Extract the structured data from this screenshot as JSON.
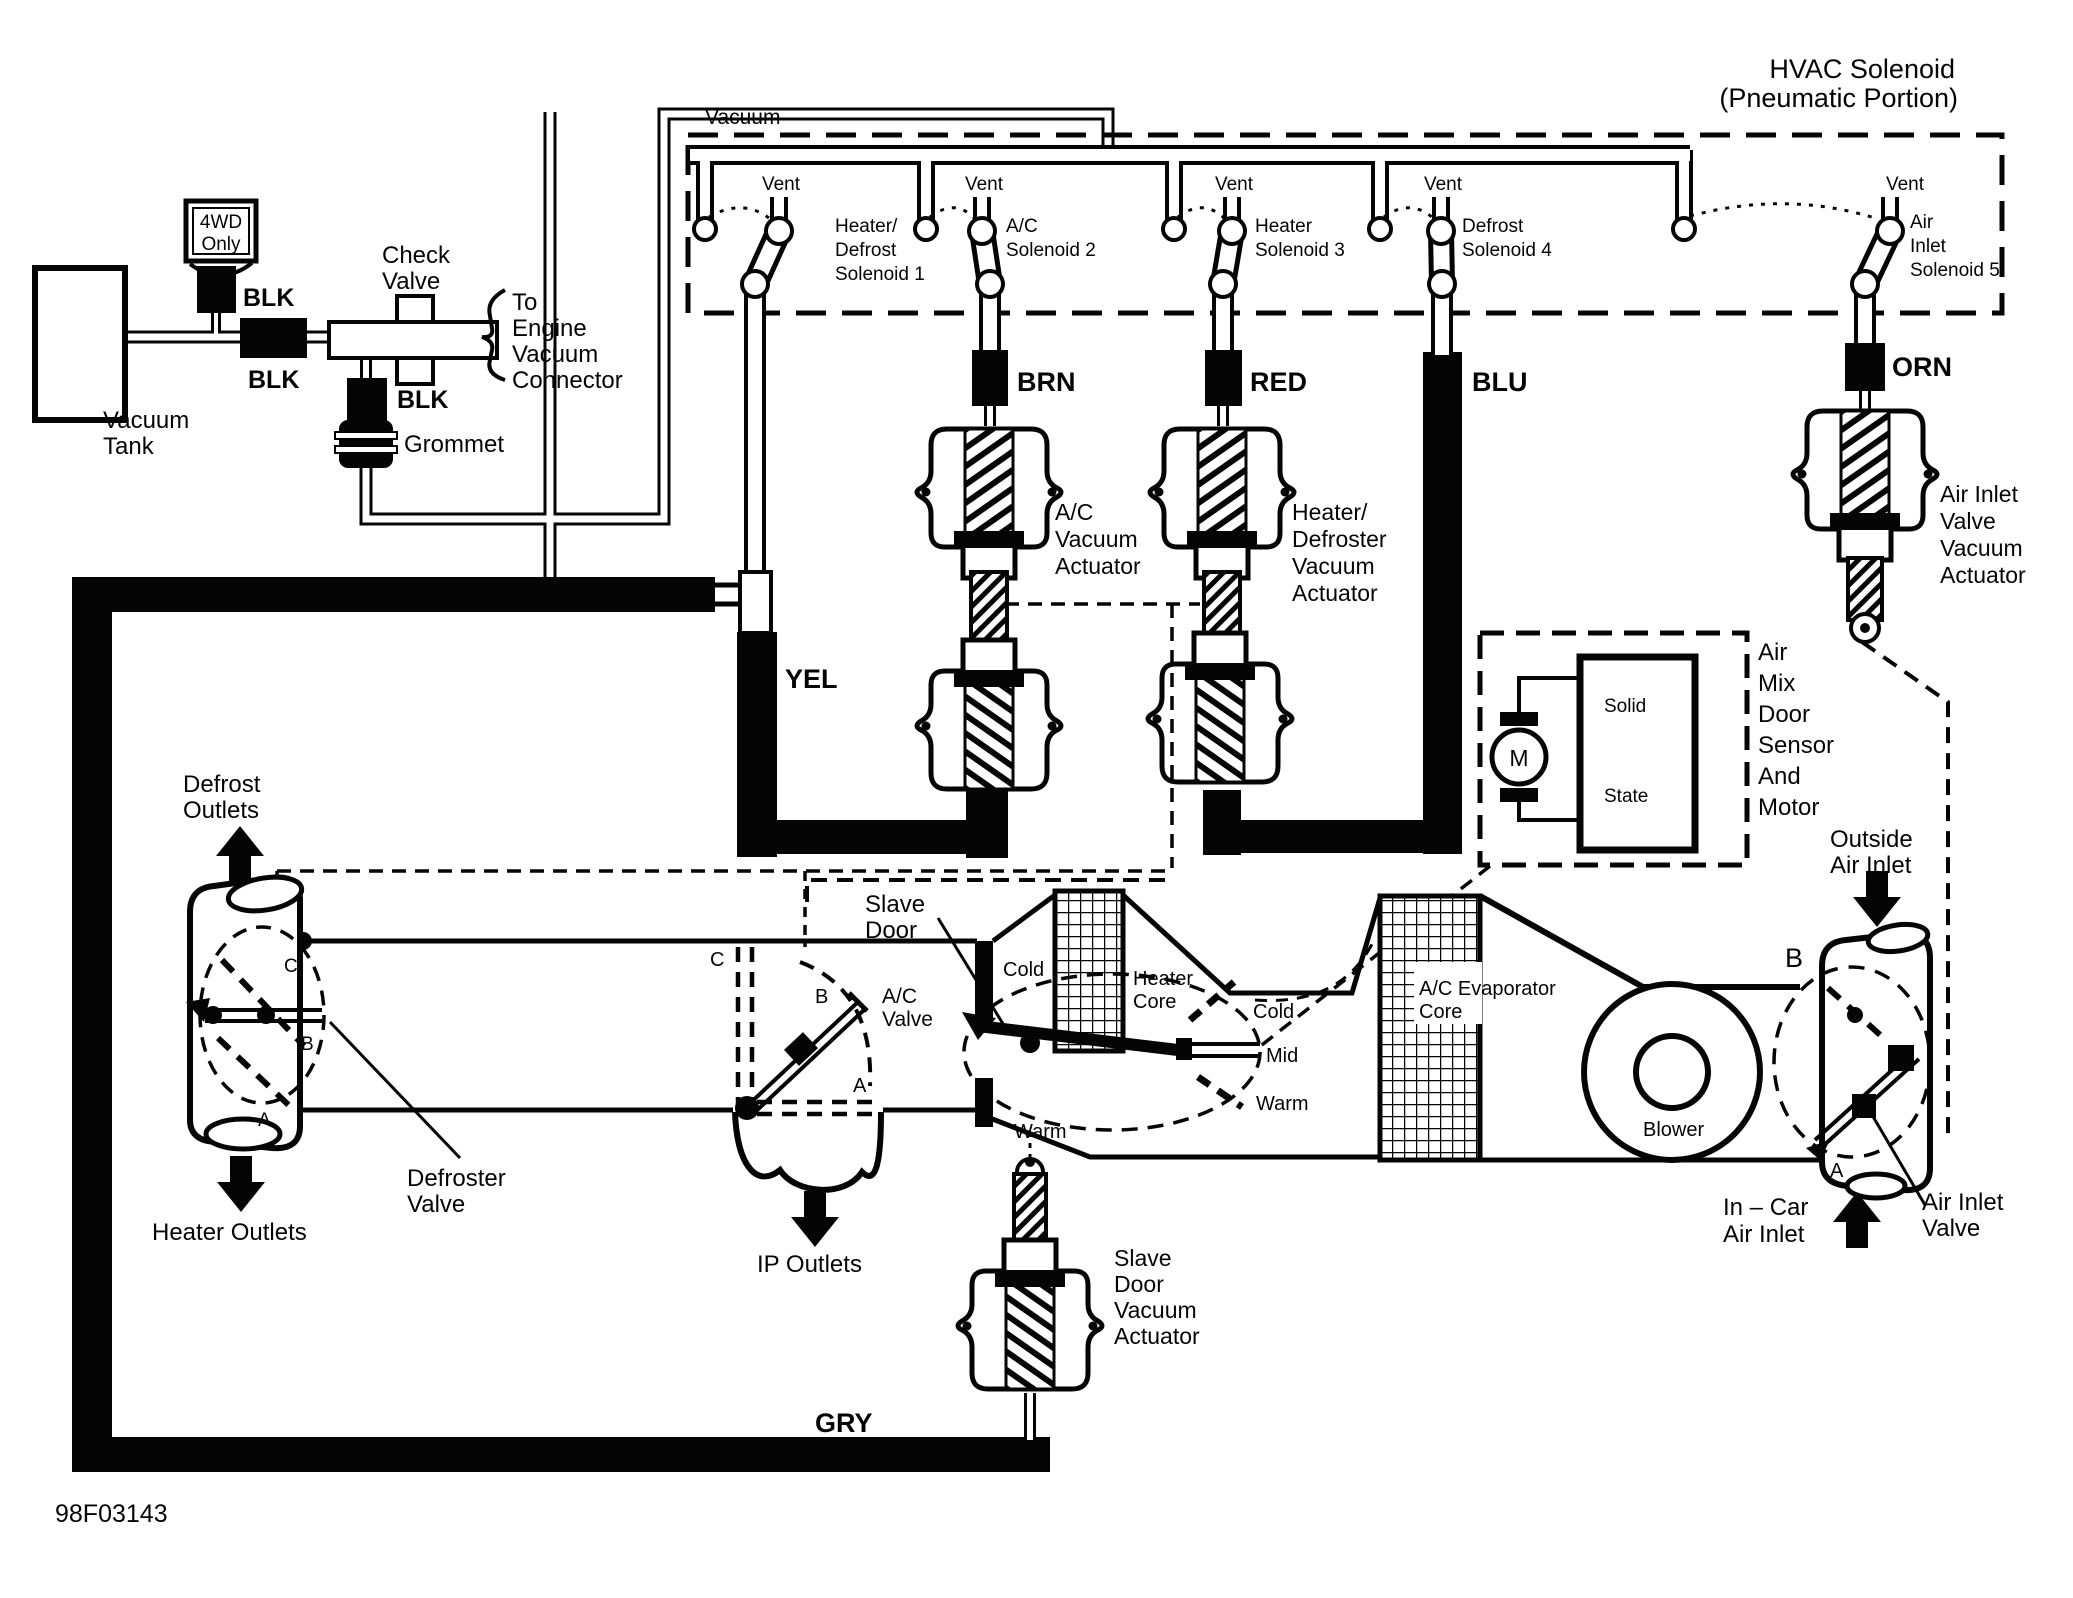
{
  "page": {
    "background": "#ffffff",
    "ink": "#000000"
  },
  "header": {
    "hvac_title": [
      "HVAC Solenoid",
      "(Pneumatic Portion)"
    ],
    "vacuum_label": "Vacuum"
  },
  "solenoids": [
    {
      "vent": "Vent",
      "name": [
        "Heater/",
        "Defrost",
        "Solenoid 1"
      ]
    },
    {
      "vent": "Vent",
      "name": [
        "A/C",
        "Solenoid 2"
      ]
    },
    {
      "vent": "Vent",
      "name": [
        "Heater",
        "Solenoid 3"
      ]
    },
    {
      "vent": "Vent",
      "name": [
        "Defrost",
        "Solenoid 4"
      ]
    },
    {
      "vent": "Vent",
      "name": [
        "Air",
        "Inlet",
        "Solenoid 5"
      ]
    }
  ],
  "supply": {
    "four_wd": [
      "4WD",
      "Only"
    ],
    "blk_top": "BLK",
    "blk_mid": "BLK",
    "blk_grommet": "BLK",
    "check_valve": [
      "Check",
      "Valve"
    ],
    "to_engine": [
      "To",
      "Engine",
      "Vacuum",
      "Connector"
    ],
    "grommet": "Grommet",
    "vacuum_tank": [
      "Vacuum",
      "Tank"
    ]
  },
  "wire_colors": {
    "yel": "YEL",
    "brn": "BRN",
    "red": "RED",
    "blu": "BLU",
    "orn": "ORN",
    "gry": "GRY"
  },
  "actuators": {
    "ac": [
      "A/C",
      "Vacuum",
      "Actuator"
    ],
    "heater_defroster": [
      "Heater/",
      "Defroster",
      "Vacuum",
      "Actuator"
    ],
    "air_inlet": [
      "Air Inlet",
      "Valve",
      "Vacuum",
      "Actuator"
    ],
    "slave_door": [
      "Slave",
      "Door",
      "Vacuum",
      "Actuator"
    ]
  },
  "air_mix": {
    "label": [
      "Air",
      "Mix",
      "Door",
      "Sensor",
      "And",
      "Motor"
    ],
    "motor": "M",
    "solid": "Solid",
    "state": "State"
  },
  "duct": {
    "defrost_outlets": [
      "Defrost",
      "Outlets"
    ],
    "heater_outlets": "Heater Outlets",
    "defroster_valve": [
      "Defroster",
      "Valve"
    ],
    "ip_outlets": "IP Outlets",
    "ac_valve": [
      "A/C",
      "Valve"
    ],
    "slave_door": [
      "Slave",
      "Door"
    ],
    "heater_core": [
      "Heater",
      "Core"
    ],
    "evaporator": [
      "A/C Evaporator",
      "Core"
    ],
    "blower": "Blower",
    "cold_left": "Cold",
    "cold_right": "Cold",
    "mid": "Mid",
    "warm_left": "Warm",
    "warm_right": "Warm",
    "outside_air": [
      "Outside",
      "Air Inlet"
    ],
    "in_car_air": [
      "In – Car",
      "Air Inlet"
    ],
    "air_inlet_valve": [
      "Air Inlet",
      "Valve"
    ],
    "letters_left": {
      "a": "A",
      "b": "B",
      "c": "C"
    },
    "letters_center": {
      "a": "A",
      "b": "B",
      "c": "C"
    },
    "letters_right": {
      "a": "A",
      "b": "B"
    }
  },
  "footer": {
    "code": "98F03143"
  }
}
